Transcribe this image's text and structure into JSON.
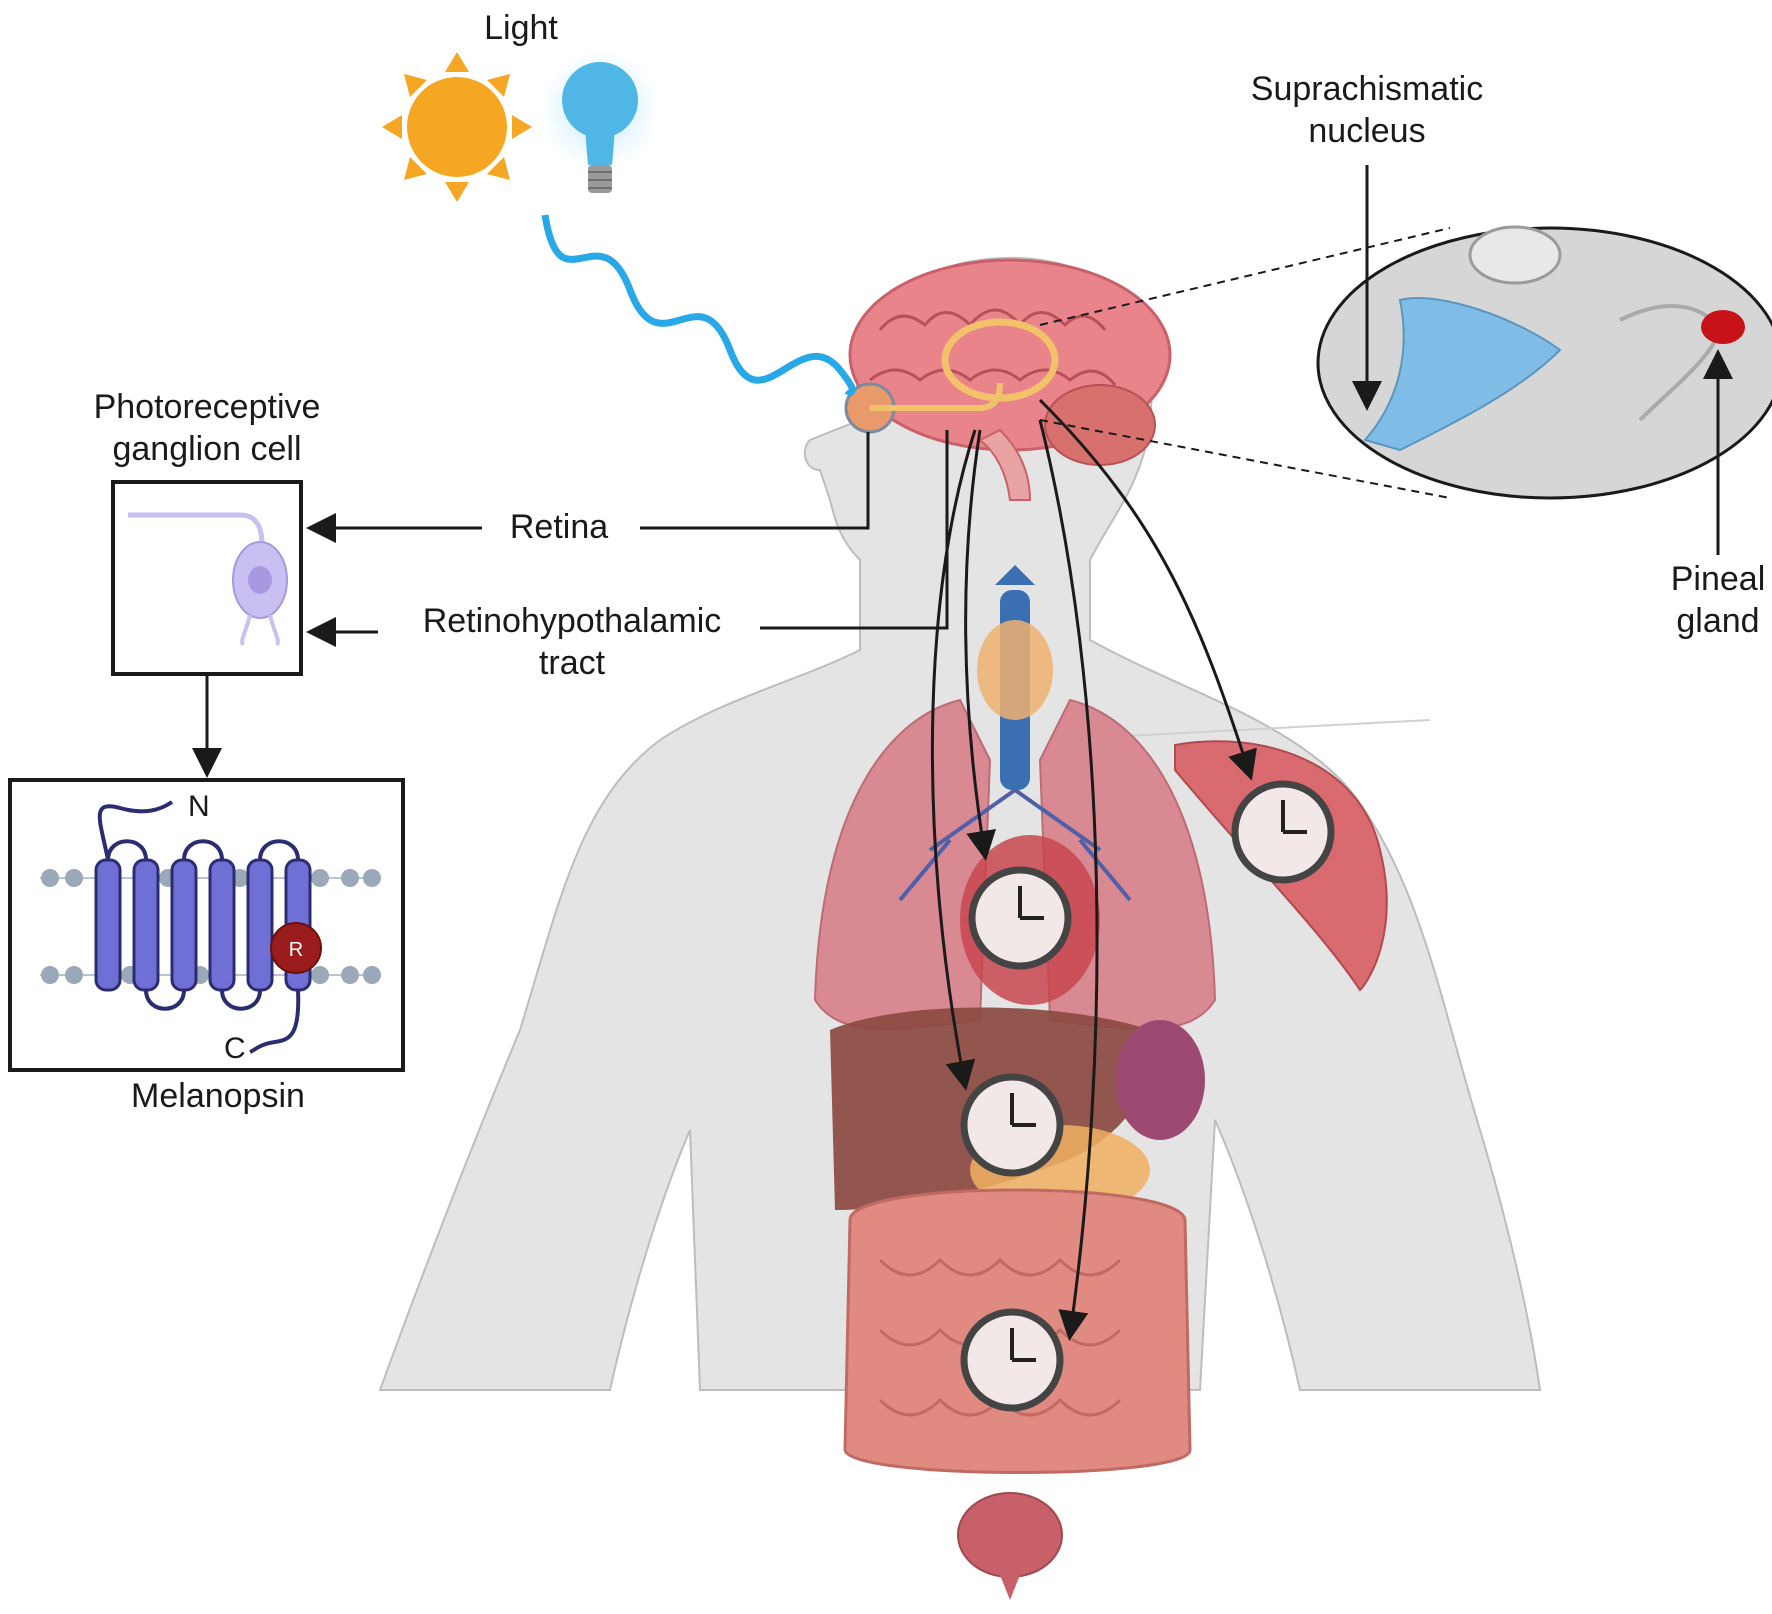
{
  "labels": {
    "light": "Light",
    "scn_line1": "Suprachismatic",
    "scn_line2": "nucleus",
    "pineal_line1": "Pineal",
    "pineal_line2": "gland",
    "ganglion_line1": "Photoreceptive",
    "ganglion_line2": "ganglion cell",
    "retina": "Retina",
    "rht_line1": "Retinohypothalamic",
    "rht_line2": "tract",
    "melanopsin": "Melanopsin",
    "n_terminus": "N",
    "c_terminus": "C",
    "residue": "R"
  },
  "icons": {
    "sun": "sun-icon",
    "bulb": "light-bulb-icon",
    "clock": "clock-icon"
  },
  "colors": {
    "light_wave": "#29a8e8",
    "sun": "#f5a623",
    "brain": "#e8848a",
    "organ": "#d8706e",
    "scn": "#7fbde6",
    "pineal": "#c8121a",
    "helix": "#6f6fd6",
    "residue": "#9b1c1c",
    "tract": "#f2c26b"
  }
}
